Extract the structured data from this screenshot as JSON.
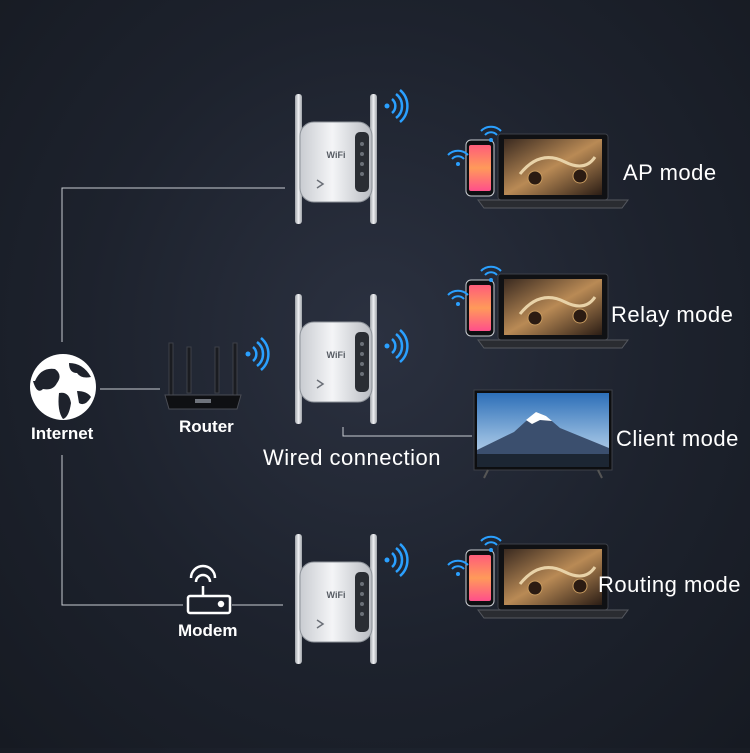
{
  "devices": {
    "internet_label": "Internet",
    "router_label": "Router",
    "modem_label": "Modem",
    "extender_badge": "WiFi"
  },
  "connections": {
    "wired_label": "Wired connection"
  },
  "modes": {
    "ap": "AP mode",
    "relay": "Relay mode",
    "client": "Client mode",
    "routing": "Routing mode"
  }
}
